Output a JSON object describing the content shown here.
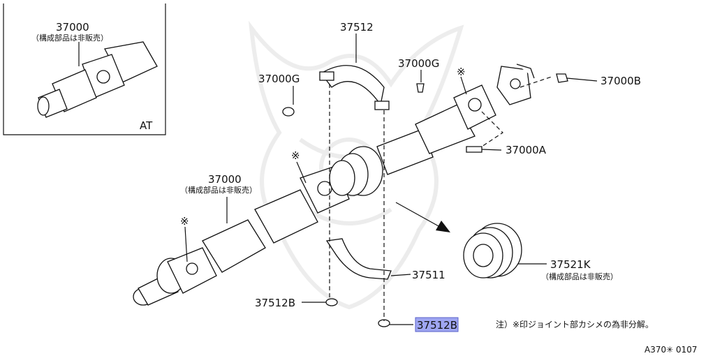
{
  "inset": {
    "part_number": "37000",
    "not_sold_note": "（構成部品は非販売）",
    "variant_label": "AT"
  },
  "callouts": {
    "p37000": "37000",
    "p37000_note": "（構成部品は非販売）",
    "p37512_top": "37512",
    "p37000G_left": "37000G",
    "p37000G_right": "37000G",
    "p37000B": "37000B",
    "p37000A": "37000A",
    "p37521K": "37521K",
    "p37521K_note": "（構成部品は非販売）",
    "p37511": "37511",
    "p37512B_left": "37512B",
    "p37512B_selected": "37512B"
  },
  "marks": {
    "asterisk": "※"
  },
  "footnote": "注）※印ジョイント部カシメの為非分解。",
  "diagram_code": "A370✳ 0107",
  "colors": {
    "highlight": "#9fa6f2",
    "ink": "#111111"
  }
}
